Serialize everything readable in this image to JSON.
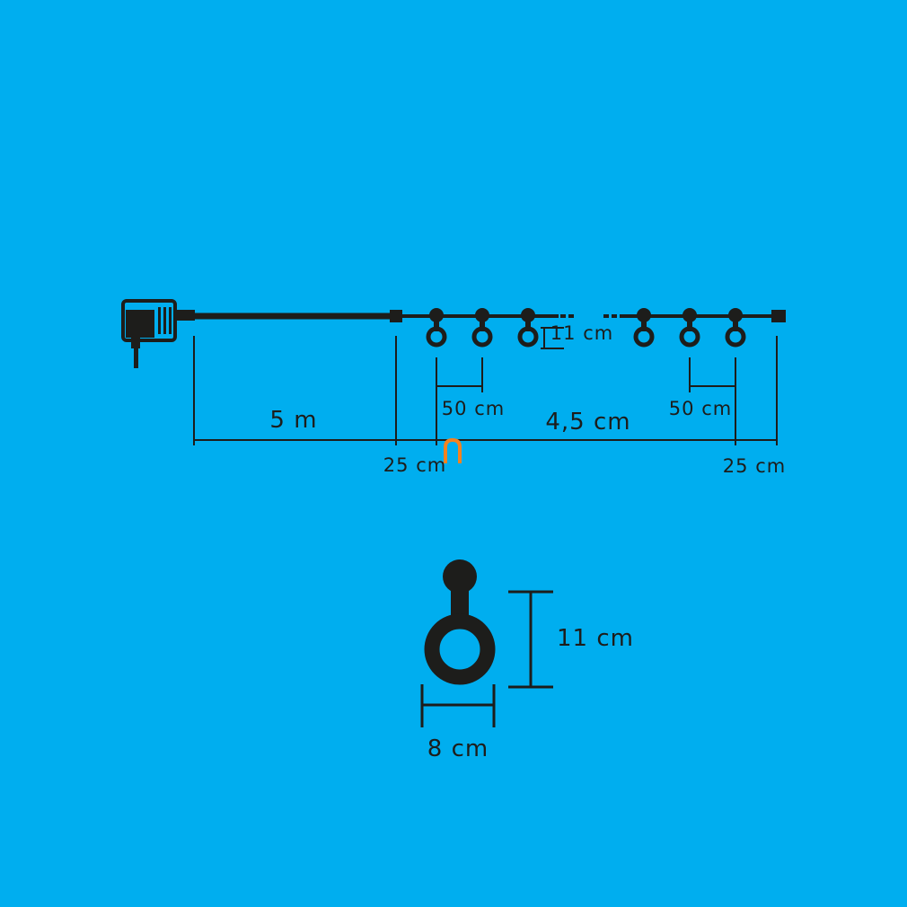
{
  "diagram": {
    "background": "#00AEEF",
    "line_color": "#1d1d1b",
    "accent_color": "#F58220",
    "labels": {
      "cable_length": "5 m",
      "lead_gap_left": "25 cm",
      "lead_gap_right": "25 cm",
      "bulb_spacing_left": "50 cm",
      "bulb_spacing_right": "50 cm",
      "lit_length": "4,5 cm",
      "bulb_drop": "11 cm",
      "detail_height": "11 cm",
      "detail_width": "8 cm"
    },
    "icons": {
      "plug": "plug-adapter-icon",
      "bulb": "ring-bulb-icon",
      "logo": "brand-logo-icon"
    }
  }
}
